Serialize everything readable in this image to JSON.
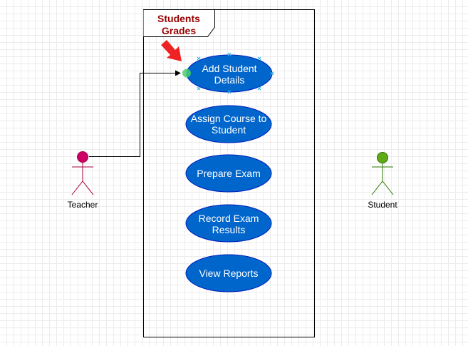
{
  "frame": {
    "title_line1": "Students",
    "title_line2": "Grades"
  },
  "actors": {
    "teacher": {
      "label": "Teacher"
    },
    "student": {
      "label": "Student"
    }
  },
  "use_cases": [
    {
      "line1": "Add Student",
      "line2": "Details"
    },
    {
      "line1": "Assign Course to",
      "line2": "Student"
    },
    {
      "line1": "Prepare Exam",
      "line2": ""
    },
    {
      "line1": "Record Exam",
      "line2": "Results"
    },
    {
      "line1": "View Reports",
      "line2": ""
    }
  ],
  "colors": {
    "use_case_fill": "#0066CC",
    "use_case_stroke": "#001DBC",
    "frame_title": "#990000",
    "teacher_actor": "#CC0066",
    "student_actor": "#60A917",
    "arrow_indicator": "#EE2222",
    "selection_handle": "#29B6F2",
    "connection_point": "#4ACF6E"
  },
  "icons": {
    "arrow_indicator": "red-arrow-icon",
    "teacher": "stick-figure-icon",
    "student": "stick-figure-icon"
  }
}
